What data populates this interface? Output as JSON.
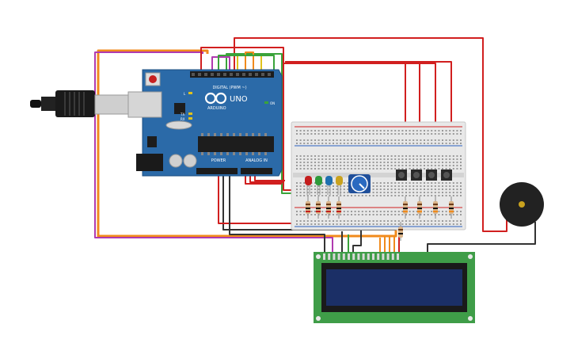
{
  "arduino": {
    "brand": "UNO",
    "maker": "ARDUINO",
    "digital_label": "DIGITAL (PWM ~)",
    "power_label": "POWER",
    "analog_label": "ANALOG IN",
    "on_label": "ON",
    "tx_label": "TX",
    "rx_label": "RX",
    "l_label": "L"
  },
  "colors": {
    "board": "#2b6aa8",
    "breadboard": "#e8e8e8",
    "lcd_pcb": "#3f9d48",
    "lcd_screen": "#1b2f66",
    "wire_red": "#d11f1f",
    "wire_orange": "#f08a1c",
    "wire_purple": "#b03ab0",
    "wire_green": "#3aa33a",
    "wire_yellow": "#e0c21c",
    "wire_black": "#333333",
    "buzzer": "#222222"
  },
  "components": {
    "leds": [
      "#c41e1e",
      "#2e9a3a",
      "#1e6fb0",
      "#c9a21e"
    ],
    "buttons": 4,
    "potentiometer": "potentiometer",
    "buzzer": "buzzer",
    "lcd": "LCD 16x2"
  }
}
